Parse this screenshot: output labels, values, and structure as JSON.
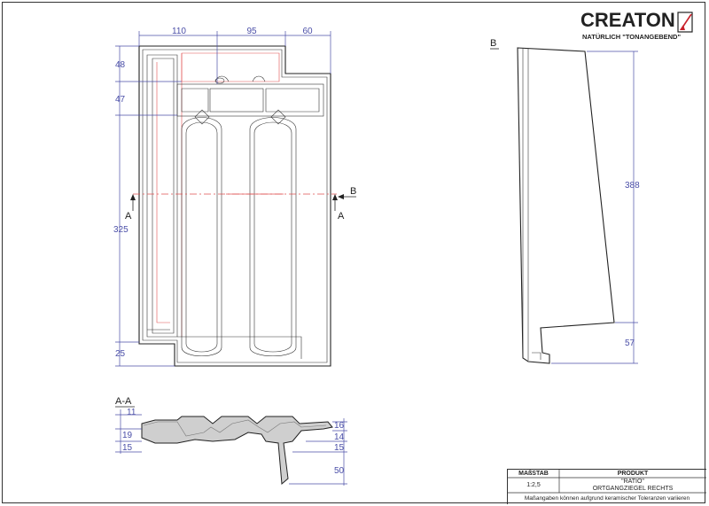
{
  "logo": {
    "brand": "CREATON",
    "tagline": "NATÜRLICH \"TONANGEBEND\""
  },
  "plan": {
    "dims_top": [
      "110",
      "95",
      "60"
    ],
    "dims_left": [
      "48",
      "47",
      "325",
      "25"
    ],
    "section_marker_b": "B",
    "section_marker_a_left": "A",
    "section_marker_a_right": "A"
  },
  "side_view": {
    "label": "B",
    "dims": [
      "388",
      "57"
    ]
  },
  "section_view": {
    "label": "A-A",
    "dims_left": [
      "11",
      "19",
      "15"
    ],
    "dims_right": [
      "16",
      "14",
      "15",
      "50"
    ]
  },
  "title_block": {
    "scale_header": "MAßSTAB",
    "product_header": "PRODUKT",
    "scale_value": "1:2,5",
    "product_name": "\"RATIO\"",
    "product_desc": "ORTGANGZIEGEL RECHTS",
    "footer_note": "Maßangaben können aufgrund keramischer Toleranzen variieren"
  }
}
